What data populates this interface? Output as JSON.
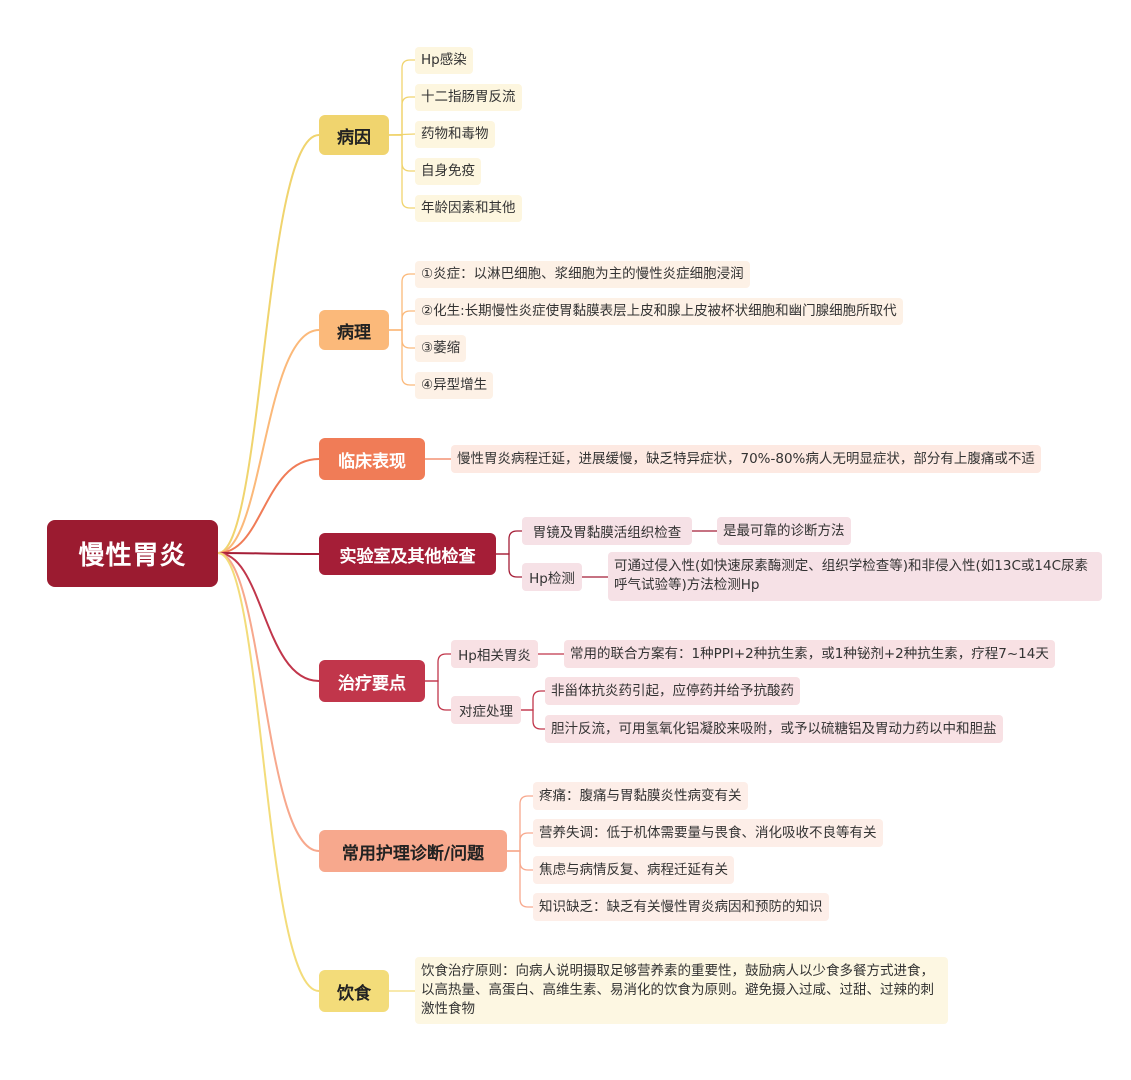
{
  "root": {
    "label": "慢性胃炎"
  },
  "colors": {
    "root": "#9b1b30",
    "cause": "#f0d46e",
    "pathology": "#fbb97a",
    "clinical": "#f07c57",
    "lab": "#a51e37",
    "treatment": "#c1364b",
    "nursing": "#f7a88d",
    "diet": "#f3dc7a"
  },
  "cause": {
    "label": "病因",
    "items": [
      "Hp感染",
      "十二指肠胃反流",
      "药物和毒物",
      "自身免疫",
      "年龄因素和其他"
    ]
  },
  "pathology": {
    "label": "病理",
    "items": [
      "①炎症：以淋巴细胞、浆细胞为主的慢性炎症细胞浸润",
      "②化生:长期慢性炎症使胃黏膜表层上皮和腺上皮被杯状细胞和幽门腺细胞所取代",
      "③萎缩",
      "④异型增生"
    ]
  },
  "clinical": {
    "label": "临床表现",
    "text": "慢性胃炎病程迁延，进展缓慢，缺乏特异症状，70%-80%病人无明显症状，部分有上腹痛或不适"
  },
  "lab": {
    "label": "实验室及其他检查",
    "gastroscopy": {
      "label": "胃镜及胃黏膜活组织检查",
      "detail": "是最可靠的诊断方法"
    },
    "hp": {
      "label": "Hp检测",
      "detail": "可通过侵入性(如快速尿素酶测定、组织学检查等)和非侵入性(如13C或14C尿素呼气试验等)方法检测Hp"
    }
  },
  "treatment": {
    "label": "治疗要点",
    "hp": {
      "label": "Hp相关胃炎",
      "detail": "常用的联合方案有：1种PPI+2种抗生素，或1种铋剂+2种抗生素，疗程7~14天"
    },
    "symptomatic": {
      "label": "对症处理",
      "items": [
        "非甾体抗炎药引起，应停药并给予抗酸药",
        "胆汁反流，可用氢氧化铝凝胶来吸附，或予以硫糖铝及胃动力药以中和胆盐"
      ]
    }
  },
  "nursing": {
    "label": "常用护理诊断/问题",
    "items": [
      "疼痛：腹痛与胃黏膜炎性病变有关",
      "营养失调：低于机体需要量与畏食、消化吸收不良等有关",
      "焦虑与病情反复、病程迁延有关",
      "知识缺乏：缺乏有关慢性胃炎病因和预防的知识"
    ]
  },
  "diet": {
    "label": "饮食",
    "text": "饮食治疗原则：向病人说明摄取足够营养素的重要性，鼓励病人以少食多餐方式进食，以高热量、高蛋白、高维生素、易消化的饮食为原则。避免摄入过咸、过甜、过辣的刺激性食物"
  }
}
